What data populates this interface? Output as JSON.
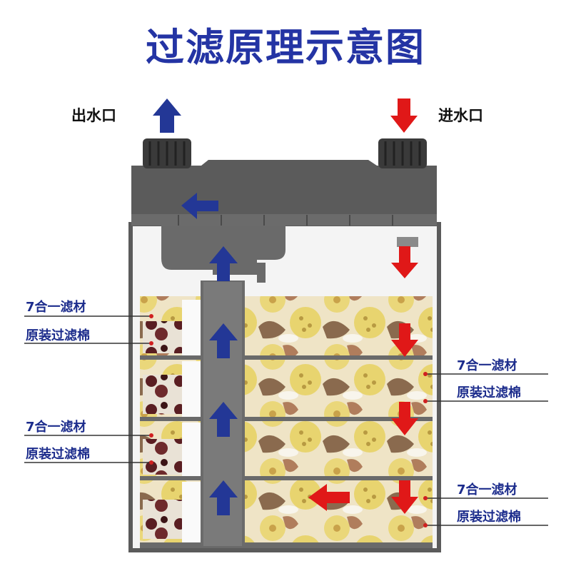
{
  "title": "过滤原理示意图",
  "outlet_label": "出水口",
  "inlet_label": "进水口",
  "layers": [
    {
      "media": "7合一滤材",
      "cotton": "原装过滤棉"
    },
    {
      "media": "7合一滤材",
      "cotton": "原装过滤棉"
    },
    {
      "media": "7合一滤材",
      "cotton": "原装过滤棉"
    },
    {
      "media": "7合一滤材",
      "cotton": "原装过滤棉"
    }
  ],
  "colors": {
    "title": "#2434a4",
    "up_arrow": "#233796",
    "down_arrow": "#e01818",
    "housing": "#5b5b5b",
    "label": "#1c2c8c"
  }
}
